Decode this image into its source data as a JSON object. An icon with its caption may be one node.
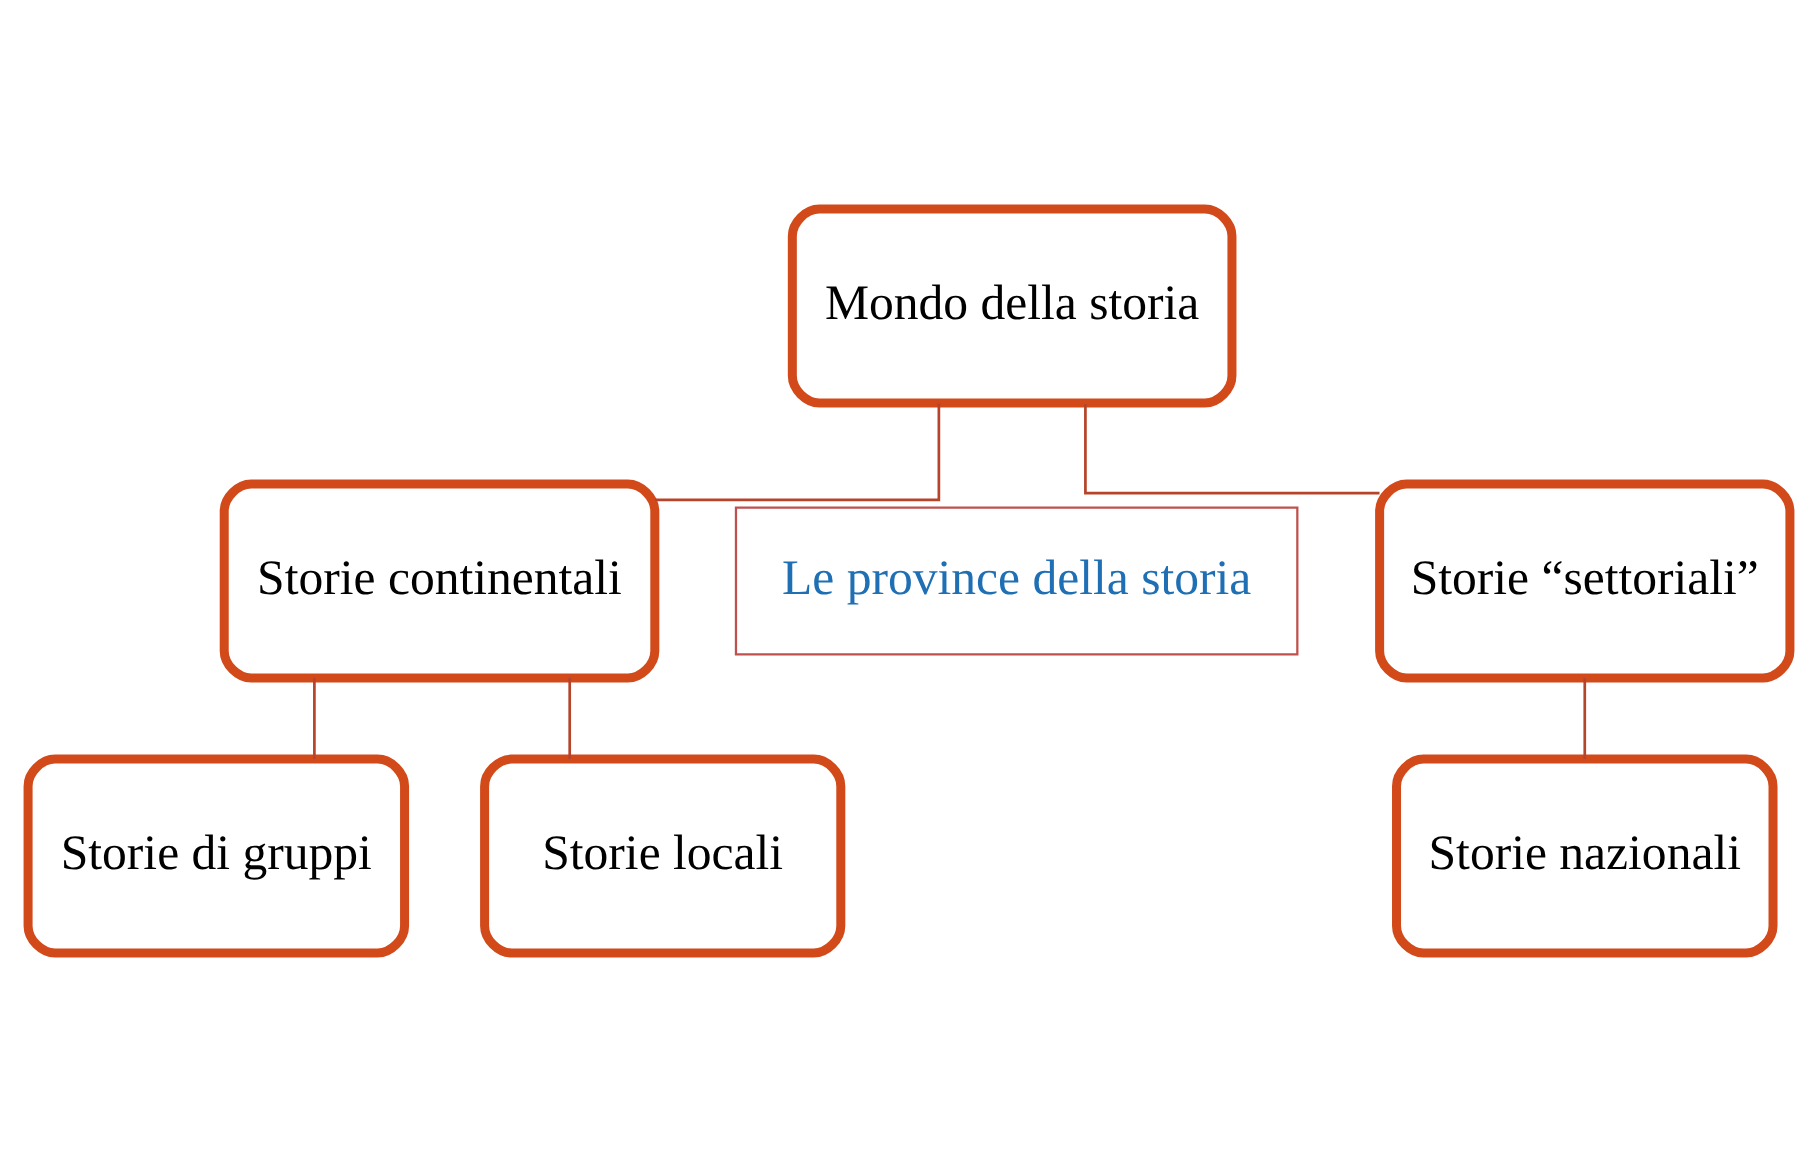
{
  "diagram": {
    "nodes": [
      {
        "text": [
          "Mondo della storia"
        ]
      },
      {
        "text": [
          "Le province della storia"
        ]
      },
      {
        "text": [
          "Storie continentali"
        ]
      },
      {
        "text": [
          "Storie “settoriali”"
        ]
      },
      {
        "text": [
          "Storie locali"
        ]
      },
      {
        "text": [
          "Storie di gruppi"
        ]
      },
      {
        "text": [
          "Storie nazionali"
        ]
      }
    ],
    "edges": [
      {
        "from": 0,
        "to": 2,
        "arrow": "none"
      },
      {
        "from": 0,
        "to": 3,
        "arrow": "none"
      },
      {
        "from": 2,
        "to": 4,
        "arrow": "none"
      },
      {
        "from": 2,
        "to": 5,
        "arrow": "none"
      },
      {
        "from": 3,
        "to": 6,
        "arrow": "none"
      }
    ]
  }
}
